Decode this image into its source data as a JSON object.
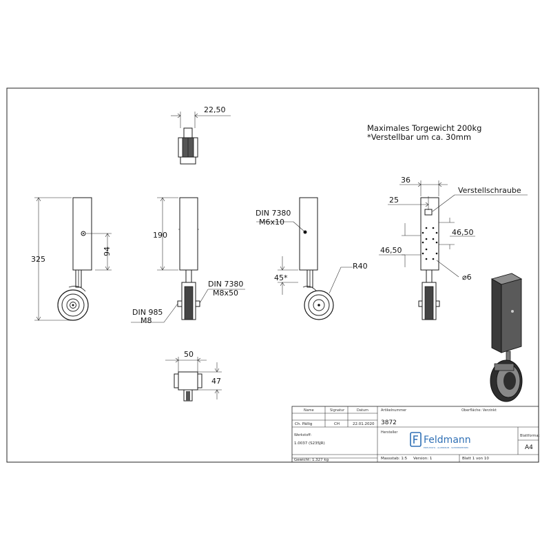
{
  "notes": {
    "line1": "Maximales Torgewicht 200kg",
    "line2": "*Verstellbar um ca. 30mm"
  },
  "dimensions": {
    "top_width": "22,50",
    "height_total": "325",
    "bolt_height": "94",
    "tube_height": "190",
    "bolt_spec_a": "DIN 7380",
    "bolt_spec_b": "M8x50",
    "nut_spec_a": "DIN 985",
    "nut_spec_b": "M8",
    "screw_spec_a": "DIN 7380",
    "screw_spec_b": "M6x10",
    "angle": "45*",
    "radius": "R40",
    "bottom_width": "50",
    "bottom_height": "47",
    "side_width": "36",
    "side_offset": "25",
    "adjust_screw": "Verstellschraube",
    "hole_spacing_right": "46,50",
    "hole_spacing_left": "46,50",
    "hole_diameter": "⌀6"
  },
  "title_block": {
    "h_name": "Name",
    "h_signature": "Signatur",
    "h_date": "Datum",
    "name": "Ch. Pällig",
    "signature": "CH",
    "date": "22.01.2020",
    "article_label": "Artikelnummer",
    "article_number": "3872",
    "surface_label": "Oberfläche:  Verzinkt",
    "manufacturer_label": "Hersteller",
    "material_label": "Werkstoff:",
    "material": "1.0037 (S235JR)",
    "weight": "Gewicht: 1.327 kg",
    "scale": "Massstab: 1:5",
    "version": "Version: 1",
    "sheet": "Blatt 1 von 10",
    "format_label": "Blattformat",
    "format": "A4",
    "company": "Feldmann",
    "company_tagline": "EDELSTAHL · ALUMINIUM · SCHMIEDEEISEN"
  }
}
